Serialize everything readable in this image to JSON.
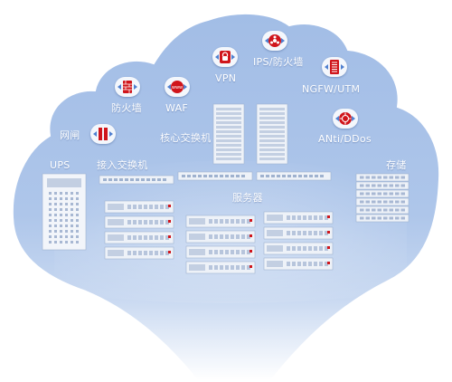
{
  "labels": {
    "gateway": "网闸",
    "firewall": "防火墙",
    "waf": "WAF",
    "vpn": "VPN",
    "ips_firewall": "IPS/防火墙",
    "ngfw_utm": "NGFW/UTM",
    "core_switch": "核心交换机",
    "anti_ddos": "ANti/DDos",
    "ups": "UPS",
    "access_switch": "接入交换机",
    "storage": "存储",
    "servers": "服务器"
  },
  "icons": {
    "gateway": "gateway-icon",
    "firewall": "firewall-icon",
    "waf": "waf-icon",
    "vpn": "vpn-lock-icon",
    "ips": "ips-biohazard-icon",
    "ngfw": "ngfw-icon",
    "ddos": "anti-ddos-icon"
  },
  "waf_badge": "www",
  "colors": {
    "cloud_top": "#a9c2e9",
    "cloud_bottom": "#ffffff",
    "device": "#eef2f8",
    "device_line": "#9fb2cf",
    "icon_red": "#d0151b",
    "arrow_blue": "#4f7fcf"
  }
}
